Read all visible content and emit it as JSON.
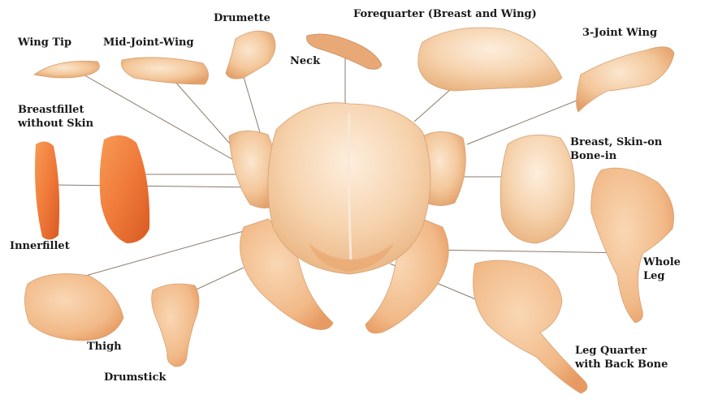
{
  "colors": {
    "skin": "#f3c79a",
    "skin_light": "#f8dcc0",
    "skin_dark": "#e5a470",
    "fillet": "#f07a3a",
    "fillet_dark": "#d85a22",
    "leader": "#8a7a6a",
    "text": "#1a1a1a"
  },
  "labels": {
    "wing_tip": "Wing Tip",
    "mid_joint_wing": "Mid-Joint-Wing",
    "drumette": "Drumette",
    "neck": "Neck",
    "forequarter": "Forequarter (Breast and Wing)",
    "three_joint_wing": "3-Joint Wing",
    "breastfillet_line1": "Breastfillet",
    "breastfillet_line2": "without Skin",
    "breast_skin_line1": "Breast, Skin-on",
    "breast_skin_line2": "Bone-in",
    "innerfillet": "Innerfillet",
    "whole_leg_line1": "Whole",
    "whole_leg_line2": "Leg",
    "thigh": "Thigh",
    "drumstick": "Drumstick",
    "leg_quarter_line1": "Leg Quarter",
    "leg_quarter_line2": "with Back Bone"
  }
}
